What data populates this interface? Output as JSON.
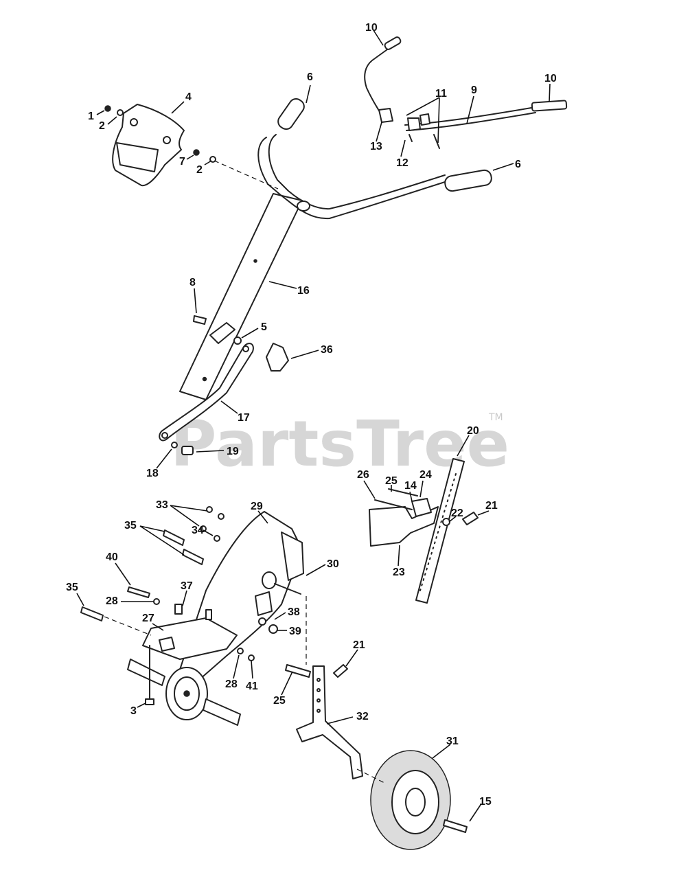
{
  "watermark": {
    "brand": "PartsTree",
    "trademark": "TM"
  },
  "callouts": [
    {
      "id": "c1",
      "label": "1"
    },
    {
      "id": "c2a",
      "label": "2"
    },
    {
      "id": "c2b",
      "label": "2"
    },
    {
      "id": "c3",
      "label": "3"
    },
    {
      "id": "c4",
      "label": "4"
    },
    {
      "id": "c5",
      "label": "5"
    },
    {
      "id": "c6a",
      "label": "6"
    },
    {
      "id": "c6b",
      "label": "6"
    },
    {
      "id": "c7",
      "label": "7"
    },
    {
      "id": "c8",
      "label": "8"
    },
    {
      "id": "c9",
      "label": "9"
    },
    {
      "id": "c10a",
      "label": "10"
    },
    {
      "id": "c10b",
      "label": "10"
    },
    {
      "id": "c11",
      "label": "11"
    },
    {
      "id": "c12",
      "label": "12"
    },
    {
      "id": "c13",
      "label": "13"
    },
    {
      "id": "c14",
      "label": "14"
    },
    {
      "id": "c15",
      "label": "15"
    },
    {
      "id": "c16",
      "label": "16"
    },
    {
      "id": "c17",
      "label": "17"
    },
    {
      "id": "c18",
      "label": "18"
    },
    {
      "id": "c19",
      "label": "19"
    },
    {
      "id": "c20",
      "label": "20"
    },
    {
      "id": "c21a",
      "label": "21"
    },
    {
      "id": "c21b",
      "label": "21"
    },
    {
      "id": "c22",
      "label": "22"
    },
    {
      "id": "c23",
      "label": "23"
    },
    {
      "id": "c24",
      "label": "24"
    },
    {
      "id": "c25a",
      "label": "25"
    },
    {
      "id": "c25b",
      "label": "25"
    },
    {
      "id": "c26",
      "label": "26"
    },
    {
      "id": "c27",
      "label": "27"
    },
    {
      "id": "c28a",
      "label": "28"
    },
    {
      "id": "c28b",
      "label": "28"
    },
    {
      "id": "c29",
      "label": "29"
    },
    {
      "id": "c30",
      "label": "30"
    },
    {
      "id": "c31",
      "label": "31"
    },
    {
      "id": "c32",
      "label": "32"
    },
    {
      "id": "c33",
      "label": "33"
    },
    {
      "id": "c34",
      "label": "34"
    },
    {
      "id": "c35a",
      "label": "35"
    },
    {
      "id": "c35b",
      "label": "35"
    },
    {
      "id": "c36",
      "label": "36"
    },
    {
      "id": "c37",
      "label": "37"
    },
    {
      "id": "c38",
      "label": "38"
    },
    {
      "id": "c39",
      "label": "39"
    },
    {
      "id": "c40",
      "label": "40"
    },
    {
      "id": "c41",
      "label": "41"
    }
  ]
}
